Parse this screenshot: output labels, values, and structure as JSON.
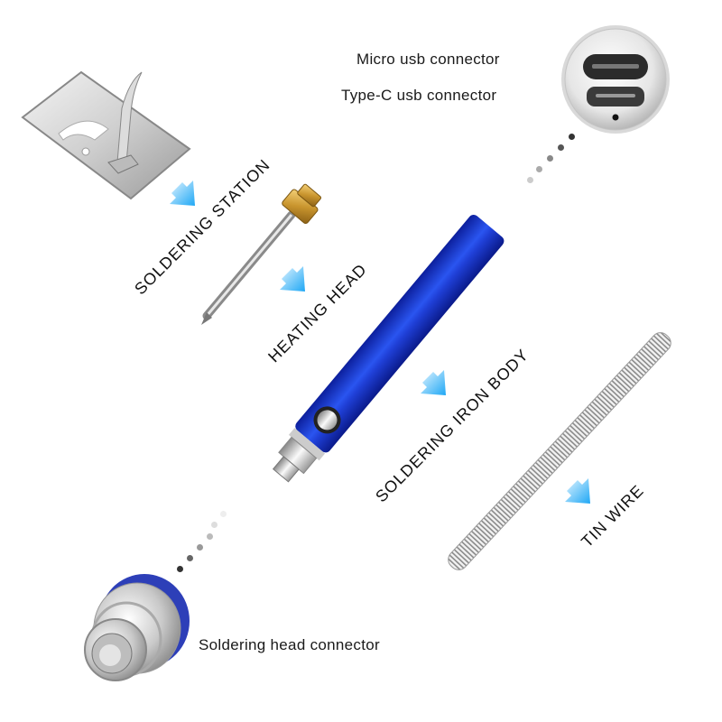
{
  "labels": {
    "micro_usb": "Micro usb connector",
    "type_c_usb": "Type-C usb connector",
    "soldering_station": "SOLDERING STATION",
    "heating_head": "HEATING HEAD",
    "soldering_iron_body": "SOLDERING IRON BODY",
    "tin_wire": "TIN WIRE",
    "soldering_head_connector": "Soldering head connector"
  },
  "colors": {
    "body_blue": "#1f3fd6",
    "arrow_blue": "#1ea7f5",
    "brass": "#d4a53a",
    "text": "#111111"
  },
  "components": [
    {
      "name": "soldering-station",
      "icon": "stand-plate-icon"
    },
    {
      "name": "heating-head",
      "icon": "soldering-tip-icon"
    },
    {
      "name": "soldering-iron-body",
      "icon": "iron-body-icon"
    },
    {
      "name": "tin-wire",
      "icon": "coil-icon"
    },
    {
      "name": "usb-port-end",
      "icon": "usb-port-icon"
    },
    {
      "name": "head-connector",
      "icon": "threaded-connector-icon"
    }
  ]
}
